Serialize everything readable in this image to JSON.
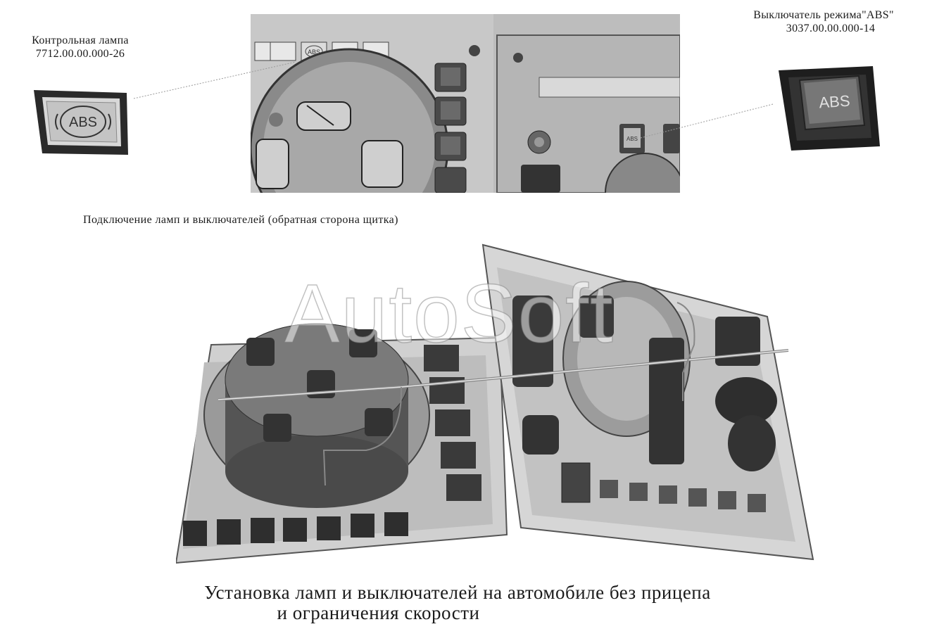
{
  "callouts": {
    "lamp": {
      "title": "Контрольная лампа",
      "part_no": "7712.00.00.000-26",
      "icon_text": "ABS"
    },
    "switch": {
      "title": "Выключатель режима\"ABS\"",
      "part_no": "3037.00.00.000-14",
      "icon_text": "ABS"
    }
  },
  "dashboard": {
    "small_lamp_text": "ABS",
    "small_switch_text": "ABS"
  },
  "subtitle": "Подключение ламп и выключателей (обратная сторона щитка)",
  "caption": {
    "line1": "Установка ламп и выключателей на автомобиле без прицепа",
    "line2": "и  ограничения скорости"
  },
  "watermark": "AutoSoft"
}
